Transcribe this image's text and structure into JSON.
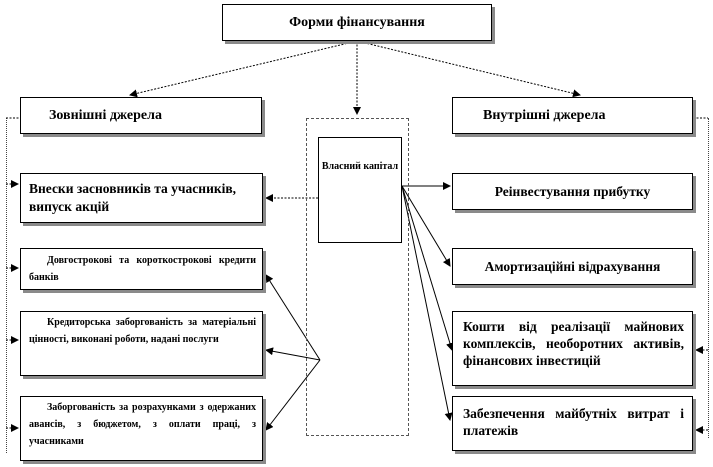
{
  "title": "Форми фінансування",
  "external": {
    "label": "Зовнішні  джерела",
    "items": [
      "Внески засновників та учасників, випуск акцій",
      "Довгострокові та короткострокові кредити банків",
      "Кредиторська заборгованість за матеріальні цінності, виконані роботи, надані послуги",
      "Заборгованість за розрахунками з одержаних авансів, з бюджетом, з оплати праці, з учасниками"
    ]
  },
  "own_capital": "Власний капітал",
  "internal": {
    "label": "Внутрішні  джерела",
    "items": [
      "Реінвестування прибутку",
      "Амортизаційні відрахування",
      "Кошти від реалізації майнових комплексів, необоротних активів, фінансових інвестицій",
      "Забезпечення майбутніх витрат і платежів"
    ]
  },
  "colors": {
    "line": "#000000",
    "shadow": "#8a8a8a",
    "dotted": "#444444"
  }
}
